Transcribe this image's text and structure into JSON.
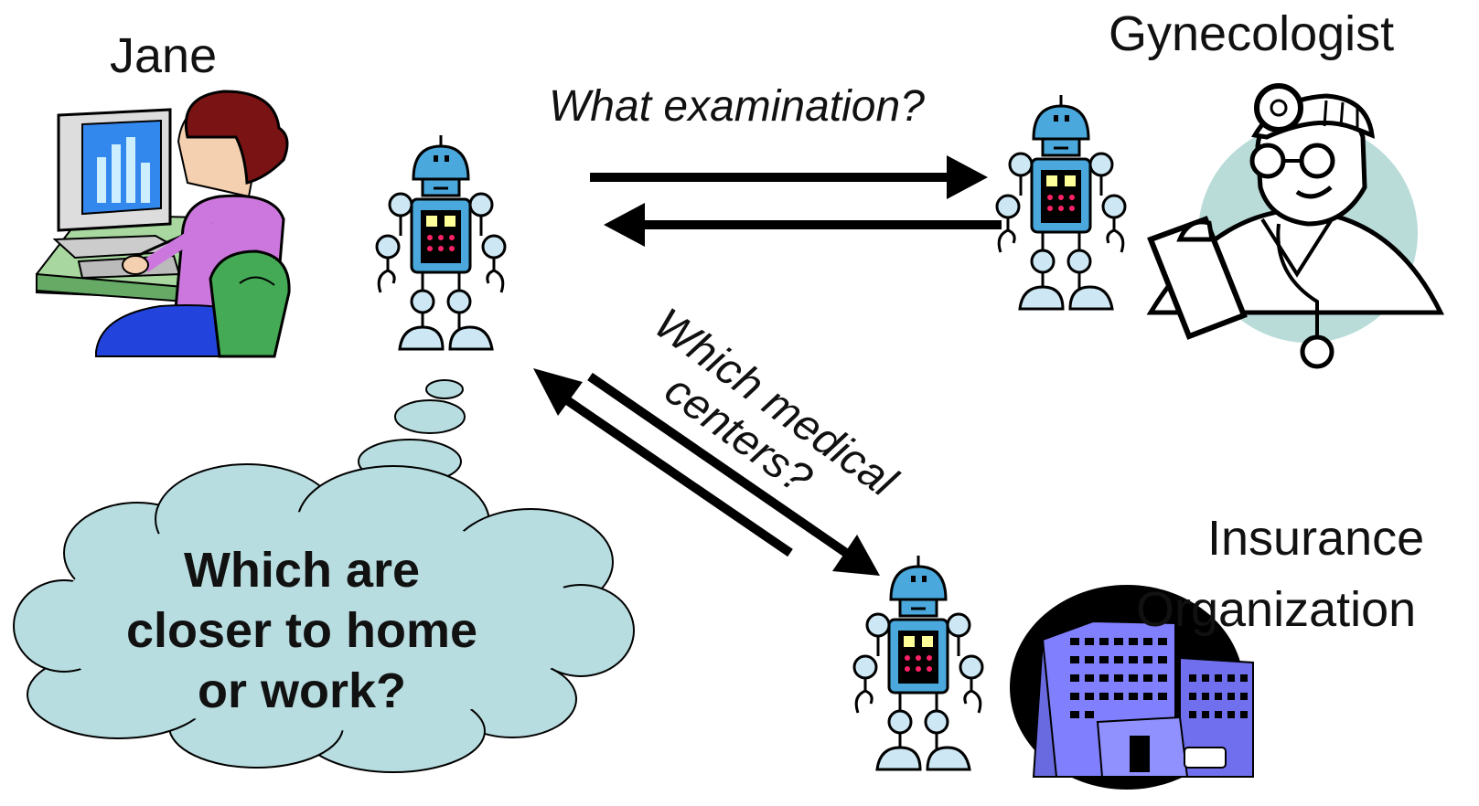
{
  "actors": {
    "jane": "Jane",
    "gynecologist": "Gynecologist",
    "insurance_line1": "Insurance",
    "insurance_line2": "Organization"
  },
  "questions": {
    "examination": "What examination?",
    "centers_line1": "Which medical",
    "centers_line2": "centers?"
  },
  "thought": {
    "line1": "Which are",
    "line2": "closer to home",
    "line3": "or work?"
  },
  "colors": {
    "cloud": "#b8dde0",
    "robot_head": "#4aa8dc",
    "robot_joint": "#cde8f4",
    "building": "#8080ff",
    "doctor_circle": "#b9dcd9",
    "jane_shirt": "#cc77dd",
    "jane_chair": "#44aa55"
  }
}
